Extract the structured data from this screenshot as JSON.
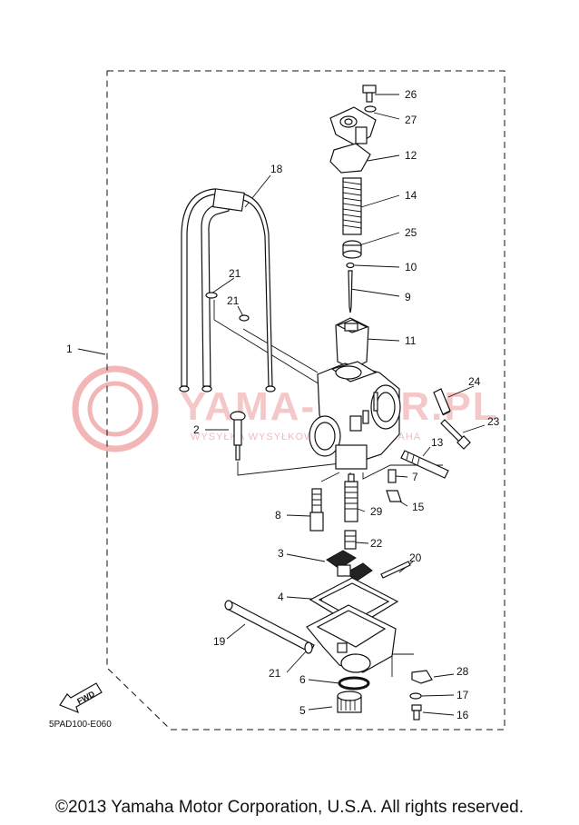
{
  "watermark": {
    "title": "YAMA-",
    "title_tail": "ER.PL",
    "subtitle": "WYSYŁKA WYSYŁKOWY DEALER YAMAHA",
    "brand_color": "#e06060"
  },
  "diagram_code": "5PAD100-E060",
  "fwd_label": "FWD",
  "copyright": "©2013 Yamaha Motor Corporation, U.S.A. All rights reserved.",
  "callouts": [
    {
      "num": "26"
    },
    {
      "num": "27"
    },
    {
      "num": "12"
    },
    {
      "num": "14"
    },
    {
      "num": "25"
    },
    {
      "num": "10"
    },
    {
      "num": "9"
    },
    {
      "num": "11"
    },
    {
      "num": "18"
    },
    {
      "num": "21"
    },
    {
      "num": "21"
    },
    {
      "num": "1"
    },
    {
      "num": "24"
    },
    {
      "num": "23"
    },
    {
      "num": "2"
    },
    {
      "num": "13"
    },
    {
      "num": "7"
    },
    {
      "num": "15"
    },
    {
      "num": "8"
    },
    {
      "num": "29"
    },
    {
      "num": "22"
    },
    {
      "num": "3"
    },
    {
      "num": "20"
    },
    {
      "num": "4"
    },
    {
      "num": "19"
    },
    {
      "num": "21"
    },
    {
      "num": "28"
    },
    {
      "num": "6"
    },
    {
      "num": "17"
    },
    {
      "num": "5"
    },
    {
      "num": "16"
    }
  ]
}
